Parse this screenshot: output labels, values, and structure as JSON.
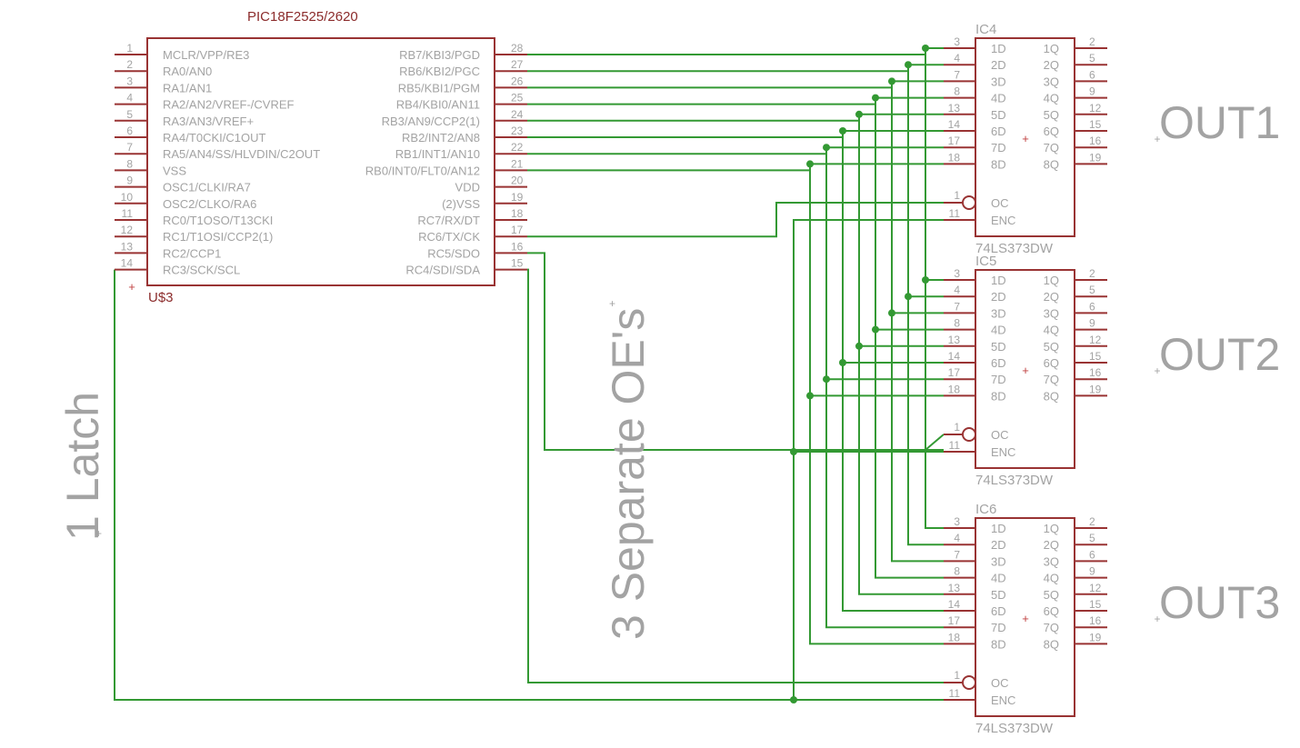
{
  "colors": {
    "body": "#993333",
    "wire": "#339933",
    "text": "#a3a3a3",
    "part": "#8b2b2b",
    "cross": "#c04040"
  },
  "mcu": {
    "part": "PIC18F2525/2620",
    "name": "U$3",
    "cross_glyph": "+",
    "left": [
      {
        "num": "1",
        "name": "MCLR/VPP/RE3"
      },
      {
        "num": "2",
        "name": "RA0/AN0"
      },
      {
        "num": "3",
        "name": "RA1/AN1"
      },
      {
        "num": "4",
        "name": "RA2/AN2/VREF-/CVREF"
      },
      {
        "num": "5",
        "name": "RA3/AN3/VREF+"
      },
      {
        "num": "6",
        "name": "RA4/T0CKI/C1OUT"
      },
      {
        "num": "7",
        "name": "RA5/AN4/SS/HLVDIN/C2OUT"
      },
      {
        "num": "8",
        "name": "VSS"
      },
      {
        "num": "9",
        "name": "OSC1/CLKI/RA7"
      },
      {
        "num": "10",
        "name": "OSC2/CLKO/RA6"
      },
      {
        "num": "11",
        "name": "RC0/T1OSO/T13CKI"
      },
      {
        "num": "12",
        "name": "RC1/T1OSI/CCP2(1)"
      },
      {
        "num": "13",
        "name": "RC2/CCP1"
      },
      {
        "num": "14",
        "name": "RC3/SCK/SCL"
      }
    ],
    "right": [
      {
        "num": "28",
        "name": "RB7/KBI3/PGD"
      },
      {
        "num": "27",
        "name": "RB6/KBI2/PGC"
      },
      {
        "num": "26",
        "name": "RB5/KBI1/PGM"
      },
      {
        "num": "25",
        "name": "RB4/KBI0/AN11"
      },
      {
        "num": "24",
        "name": "RB3/AN9/CCP2(1)"
      },
      {
        "num": "23",
        "name": "RB2/INT2/AN8"
      },
      {
        "num": "22",
        "name": "RB1/INT1/AN10"
      },
      {
        "num": "21",
        "name": "RB0/INT0/FLT0/AN12"
      },
      {
        "num": "20",
        "name": "VDD"
      },
      {
        "num": "19",
        "name": "(2)VSS"
      },
      {
        "num": "18",
        "name": "RC7/RX/DT"
      },
      {
        "num": "17",
        "name": "RC6/TX/CK"
      },
      {
        "num": "16",
        "name": "RC5/SDO"
      },
      {
        "num": "15",
        "name": "RC4/SDI/SDA"
      }
    ]
  },
  "latch_pins": {
    "d": [
      {
        "num": "3",
        "name": "1D"
      },
      {
        "num": "4",
        "name": "2D"
      },
      {
        "num": "7",
        "name": "3D"
      },
      {
        "num": "8",
        "name": "4D"
      },
      {
        "num": "13",
        "name": "5D"
      },
      {
        "num": "14",
        "name": "6D"
      },
      {
        "num": "17",
        "name": "7D"
      },
      {
        "num": "18",
        "name": "8D"
      }
    ],
    "q": [
      {
        "num": "2",
        "name": "1Q"
      },
      {
        "num": "5",
        "name": "2Q"
      },
      {
        "num": "6",
        "name": "3Q"
      },
      {
        "num": "9",
        "name": "4Q"
      },
      {
        "num": "12",
        "name": "5Q"
      },
      {
        "num": "15",
        "name": "6Q"
      },
      {
        "num": "16",
        "name": "7Q"
      },
      {
        "num": "19",
        "name": "8Q"
      }
    ],
    "oc": {
      "num": "1",
      "name": "OC"
    },
    "enc": {
      "num": "11",
      "name": "ENC"
    }
  },
  "latches": [
    {
      "name": "IC4",
      "part": "74LS373DW",
      "output_label": "OUT1"
    },
    {
      "name": "IC5",
      "part": "74LS373DW",
      "output_label": "OUT2"
    },
    {
      "name": "IC6",
      "part": "74LS373DW",
      "output_label": "OUT3"
    }
  ],
  "annotations": {
    "latch_note": "1 Latch",
    "oe_note": "3 Separate OE's"
  }
}
